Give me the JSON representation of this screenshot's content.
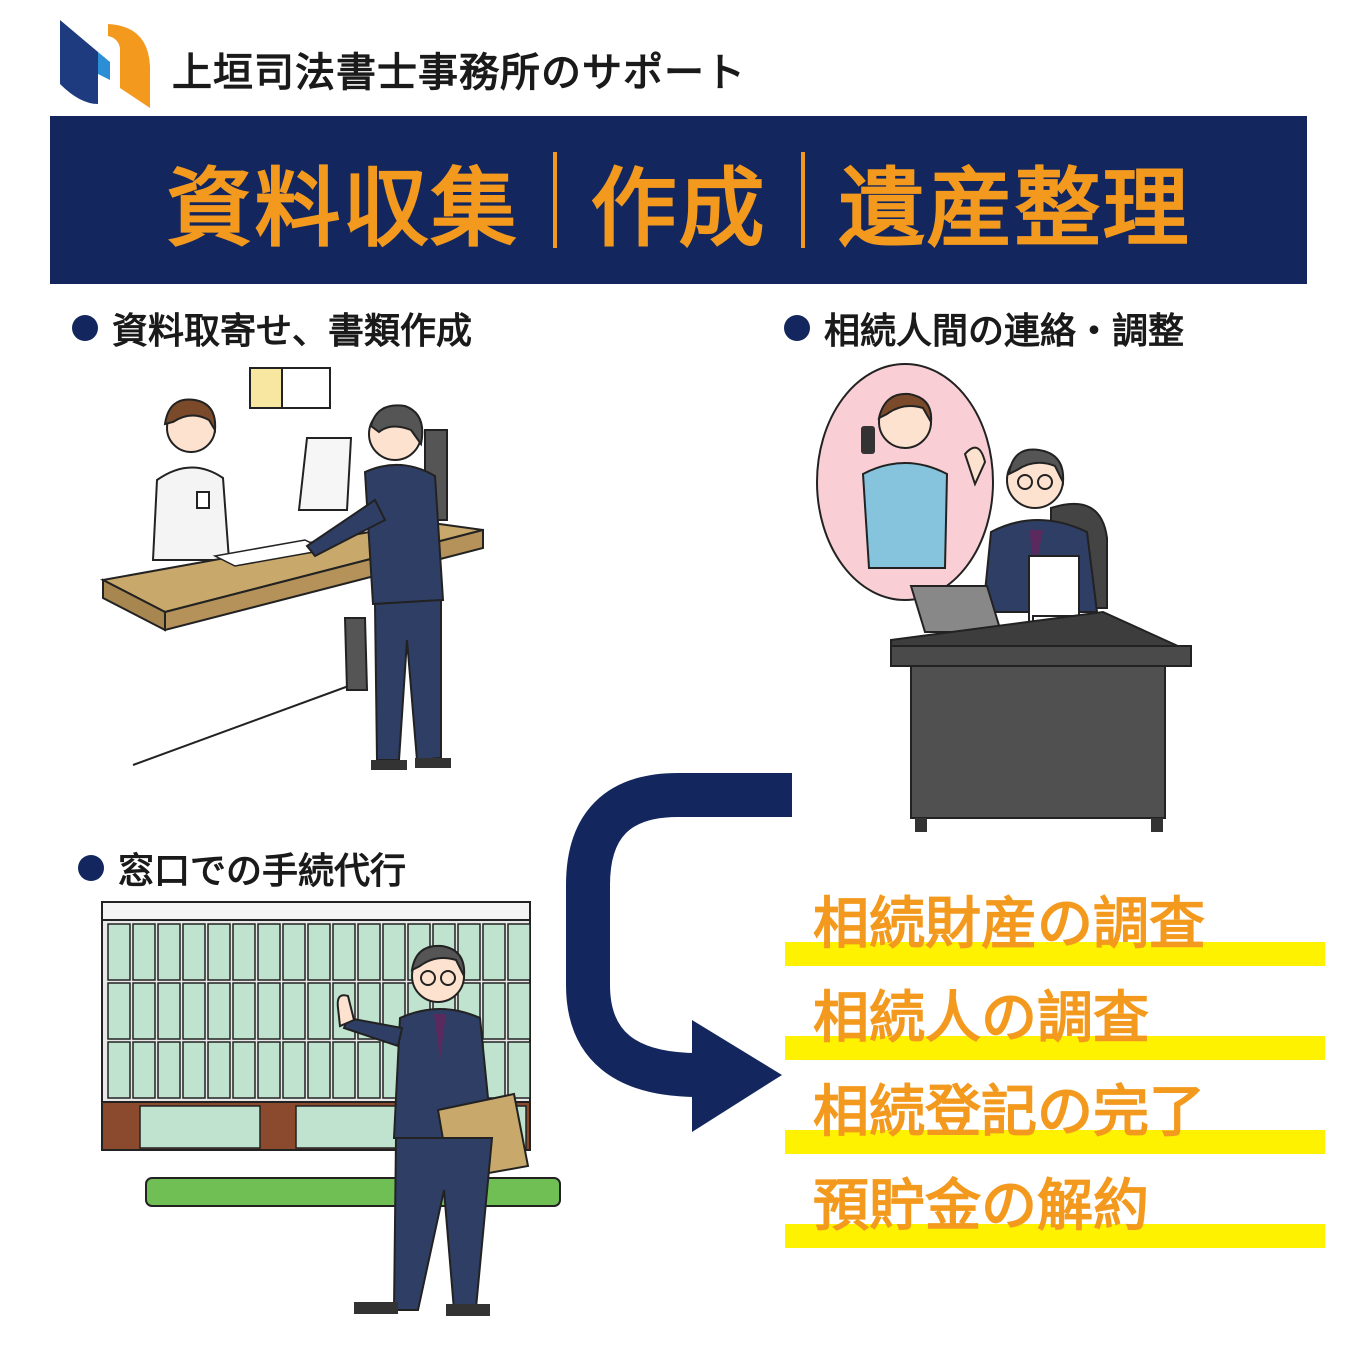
{
  "header": {
    "title": "上垣司法書士事務所のサポート",
    "logo_icon": "office-logo-icon"
  },
  "banner": {
    "background": "#13275e",
    "accent": "#f39a1e",
    "items": [
      "資料収集",
      "作成",
      "遺産整理"
    ]
  },
  "sections": {
    "documents": "資料取寄せ、書類作成",
    "coordination": "相続人間の連絡・調整",
    "counter": "窓口での手続代行"
  },
  "results": {
    "highlight": "#fff200",
    "items": [
      "相続財産の調査",
      "相続人の調査",
      "相続登記の完了",
      "預貯金の解約"
    ]
  },
  "illustrations": [
    "reception-desk-illustration",
    "phone-office-illustration",
    "building-illustration"
  ]
}
